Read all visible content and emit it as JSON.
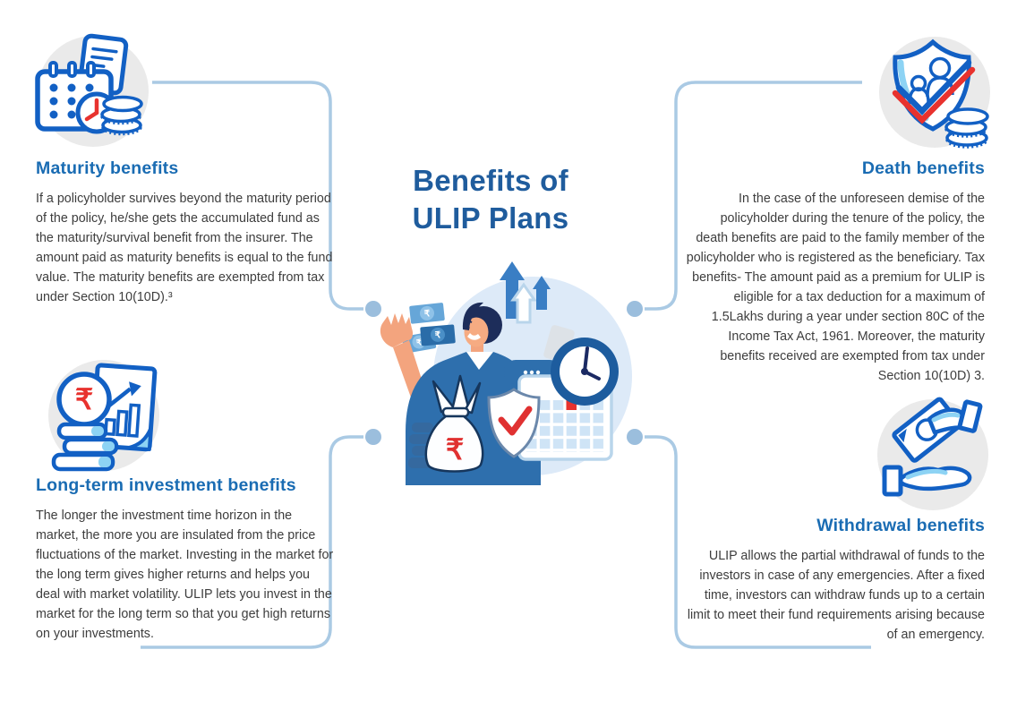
{
  "title": {
    "line1": "Benefits of",
    "line2": "ULIP Plans"
  },
  "sections": {
    "maturity": {
      "heading": "Maturity benefits",
      "body": "If a policyholder survives beyond the maturity period of the policy, he/she gets the accumulated fund as the maturity/survival benefit from the insurer. The amount paid as maturity benefits is equal to the fund value. The maturity benefits are exempted from tax under Section 10(10D).³"
    },
    "death": {
      "heading": "Death benefits",
      "body": "In the case of the unforeseen demise of the policyholder during the tenure of the policy, the death benefits are paid to the family member of the policyholder who is registered as the beneficiary. Tax benefits- The amount paid as a premium for ULIP is eligible for a tax deduction for a maximum of 1.5Lakhs during a year under section 80C of the Income Tax Act, 1961. Moreover, the maturity benefits received are exempted from tax under Section 10(10D) 3."
    },
    "longterm": {
      "heading": "Long-term investment benefits",
      "body": "The longer the investment time horizon in the market, the more you are insulated from the price fluctuations of the market. Investing in the market for the long term gives higher returns and helps you deal with market volatility. ULIP lets you invest in the market for the long term so that you get high returns on your investments."
    },
    "withdrawal": {
      "heading": "Withdrawal benefits",
      "body": "ULIP allows the partial withdrawal of funds to the investors in case of any emergencies. After a fixed time, investors can withdraw funds up to a certain limit to meet their fund requirements arising because of an emergency."
    }
  },
  "glyphs": {
    "rupee": "₹"
  },
  "icons": {
    "maturity": "calendar-document-coins-clock-icon",
    "death": "shield-family-check-coins-icon",
    "longterm": "growth-chart-rupee-coin-icon",
    "withdrawal": "hands-exchanging-money-icon",
    "center": "businessman-with-moneybag-shield-clock-calendar-illustration"
  },
  "colors": {
    "heading_blue": "#1a6cb3",
    "title_blue": "#1f5c9d",
    "body_text": "#3d3d3d",
    "connector_line": "#aacae4",
    "connector_dot": "#9bbedd",
    "icon_blue": "#1260c4",
    "icon_light_blue": "#8dd3f4",
    "icon_red": "#e8322e",
    "icon_bg_gray": "#eaeaea",
    "illustration_bg": "#ddeaf8",
    "suit_blue": "#2e6fad"
  }
}
